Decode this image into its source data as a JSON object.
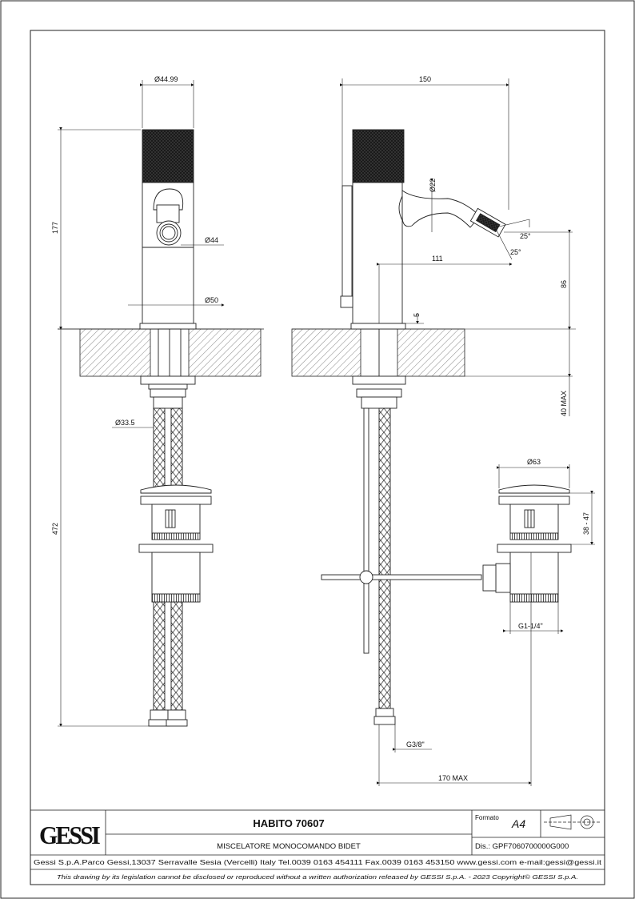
{
  "dimensions": {
    "front_cap_diameter": "Ø44.99",
    "front_height": "177",
    "front_spout_diameter": "Ø44",
    "front_base_diameter": "Ø50",
    "front_hose_nut": "Ø33.5",
    "front_total_height": "472",
    "side_width": "150",
    "side_spout_diameter": "Ø22",
    "angle_top": "25°",
    "angle_bottom": "25°",
    "spout_reach": "111",
    "spout_height": "86",
    "base_thickness": "5",
    "deck_max": "40 MAX",
    "waste_diameter": "Ø63",
    "waste_range": "38 - 47",
    "waste_thread": "G1-1/4\"",
    "hose_thread": "G3/8\"",
    "hose_length": "170 MAX"
  },
  "title_block": {
    "logo": "GESSI",
    "product_name": "HABITO 70607",
    "description": "MISCELATORE MONOCOMANDO BIDET",
    "format_label": "Formato",
    "format_value": "A4",
    "drawing_number": "Dis.: GPF7060700000G000",
    "company_line": "Gessi S.p.A.Parco Gessi,13037 Serravalle Sesia (Vercelli) Italy Tel.0039 0163 454111 Fax.0039 0163 453150 www.gessi.com e-mail:gessi@gessi.it",
    "copyright_line": "This drawing by its legislation cannot be disclosed or reproduced without a written authorization released by GESSI S.p.A. - 2023 Copyright© GESSI S.p.A."
  }
}
